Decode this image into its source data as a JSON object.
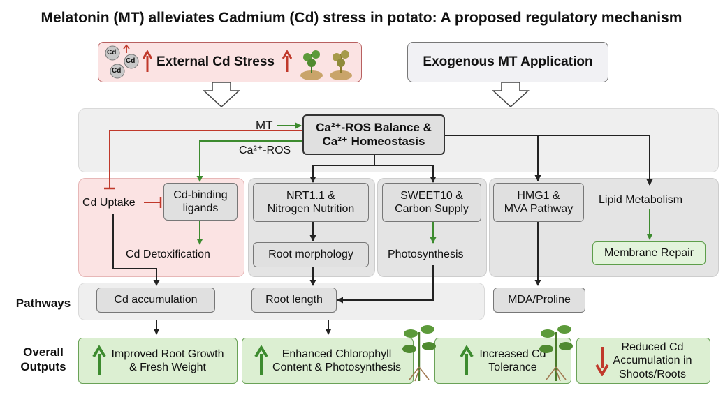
{
  "title": "Melatonin (MT) alleviates Cadmium (Cd) stress in potato: A proposed regulatory mechanism",
  "inputs": {
    "stress": "External Cd Stress",
    "application": "Exogenous MT Application",
    "cd_token": "Cd"
  },
  "hub": {
    "mt_label": "MT",
    "line1": "Ca²⁺-ROS Balance &",
    "line2": "Ca²⁺ Homeostasis",
    "ca_ros_label": "Ca²⁺-ROS"
  },
  "mechanisms": {
    "cd_uptake": "Cd Uptake",
    "cd_binding_1": "Cd-binding",
    "cd_binding_2": "ligands",
    "cd_detox": "Cd Detoxification",
    "nrt_1": "NRT1.1 &",
    "nrt_2": "Nitrogen Nutrition",
    "root_morph": "Root morphology",
    "sweet_1": "SWEET10 &",
    "sweet_2": "Carbon Supply",
    "photosynthesis": "Photosynthesis",
    "hmg_1": "HMG1 &",
    "hmg_2": "MVA Pathway",
    "lipid": "Lipid Metabolism",
    "membrane": "Membrane Repair"
  },
  "pathways": {
    "label": "Pathways",
    "cd_accum": "Cd accumulation",
    "root_length": "Root length",
    "mda": "MDA/Proline"
  },
  "outputs": {
    "label_1": "Overall",
    "label_2": "Outputs",
    "o1_1": "Improved Root Growth",
    "o1_2": "& Fresh Weight",
    "o2_1": "Enhanced Chlorophyll",
    "o2_2": "Content & Photosynthesis",
    "o3_1": "Increased Cd",
    "o3_2": "Tolerance",
    "o4_1": "Reduced Cd",
    "o4_2": "Accumulation in",
    "o4_3": "Shoots/Roots"
  },
  "colors": {
    "activation": "#3d8b2f",
    "inhibition": "#c0392b",
    "neutral": "#222222"
  },
  "icons": [
    "cd-ion-icon",
    "up-arrow-icon",
    "potato-plant-icon",
    "down-arrow-icon"
  ]
}
